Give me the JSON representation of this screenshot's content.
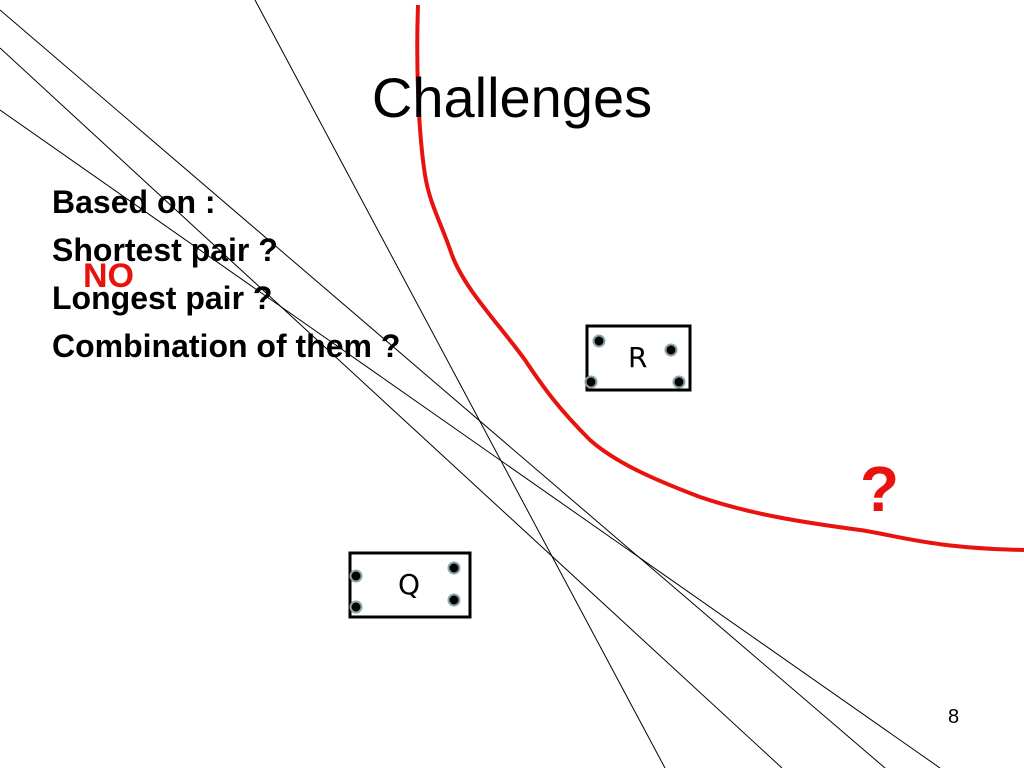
{
  "title": "Challenges",
  "body": {
    "line1": "Based on :",
    "line2": "Shortest pair ?",
    "line3": "Longest pair ?",
    "line4": "Combination of them ?"
  },
  "annotations": {
    "no_label": "NO",
    "question_mark": "?"
  },
  "boxes": {
    "r_label": "R",
    "q_label": "Q"
  },
  "page_number": "8",
  "colors": {
    "accent_red": "#e8130f",
    "line": "#000000",
    "point_fill": "#7f9aa0"
  }
}
